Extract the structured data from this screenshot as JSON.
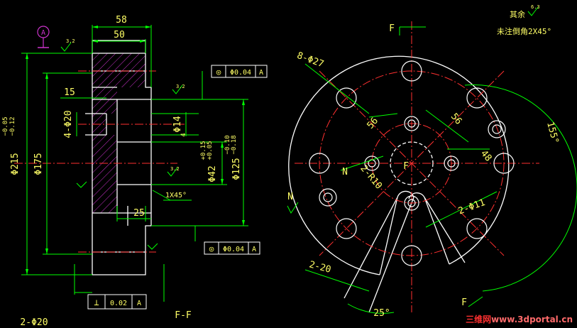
{
  "colors": {
    "background": "#000000",
    "outline": "#ffffff",
    "dimension": "#00ff00",
    "center": "#ff3030",
    "hatch": "#cc33cc",
    "label": "#ffff66",
    "datum": "#cc33cc"
  },
  "section_view": {
    "title": "F-F",
    "datum_letter": "A",
    "dims": {
      "width_58": "58",
      "width_50": "50",
      "width_15": "15",
      "width_25": "25",
      "dia_215": "Φ215",
      "dia_215_tol_top": "−0.05",
      "dia_215_tol_bot": "−0.12",
      "dia_175": "Φ175",
      "holes_20": "4-Φ20",
      "dia_14": "Φ14",
      "holes_4": "4",
      "dia_42": "Φ42",
      "dia_42_tol_top": "+0.15",
      "dia_42_tol_bot": "+0.05",
      "dia_125": "Φ125",
      "dia_125_tol_top": "−0.10",
      "dia_125_tol_bot": "−0.18",
      "chamfer": "1X45°",
      "roughness": "3.2",
      "bottom_note": "2-Φ20"
    },
    "fcf_top": {
      "symbol": "◎",
      "value": "Φ0.04",
      "datum": "A"
    },
    "fcf_bottom": {
      "symbol": "◎",
      "value": "Φ0.04",
      "datum": "A"
    },
    "fcf_perp": {
      "symbol": "⊥",
      "value": "0.02",
      "datum": "A"
    }
  },
  "front_view": {
    "section_label_top": "F",
    "section_label_bottom": "F",
    "center_label": "F",
    "arrow_label_n": "N",
    "arrow_label_n2": "N",
    "dims": {
      "holes_27": "8-Φ27",
      "dim_56_left": "56",
      "dim_56_right": "56",
      "dim_48": "48",
      "radius": "2-R10",
      "holes_11": "2-Φ11",
      "slots": "2-20",
      "angle_25": "25°",
      "angle_155": "155°"
    },
    "note_line1": "其余",
    "note_roughness": "6.3",
    "note_line2": "未注倒角2X45°"
  },
  "watermark": {
    "part_a": "三维网",
    "part_b": "www.3dportal.cn"
  }
}
